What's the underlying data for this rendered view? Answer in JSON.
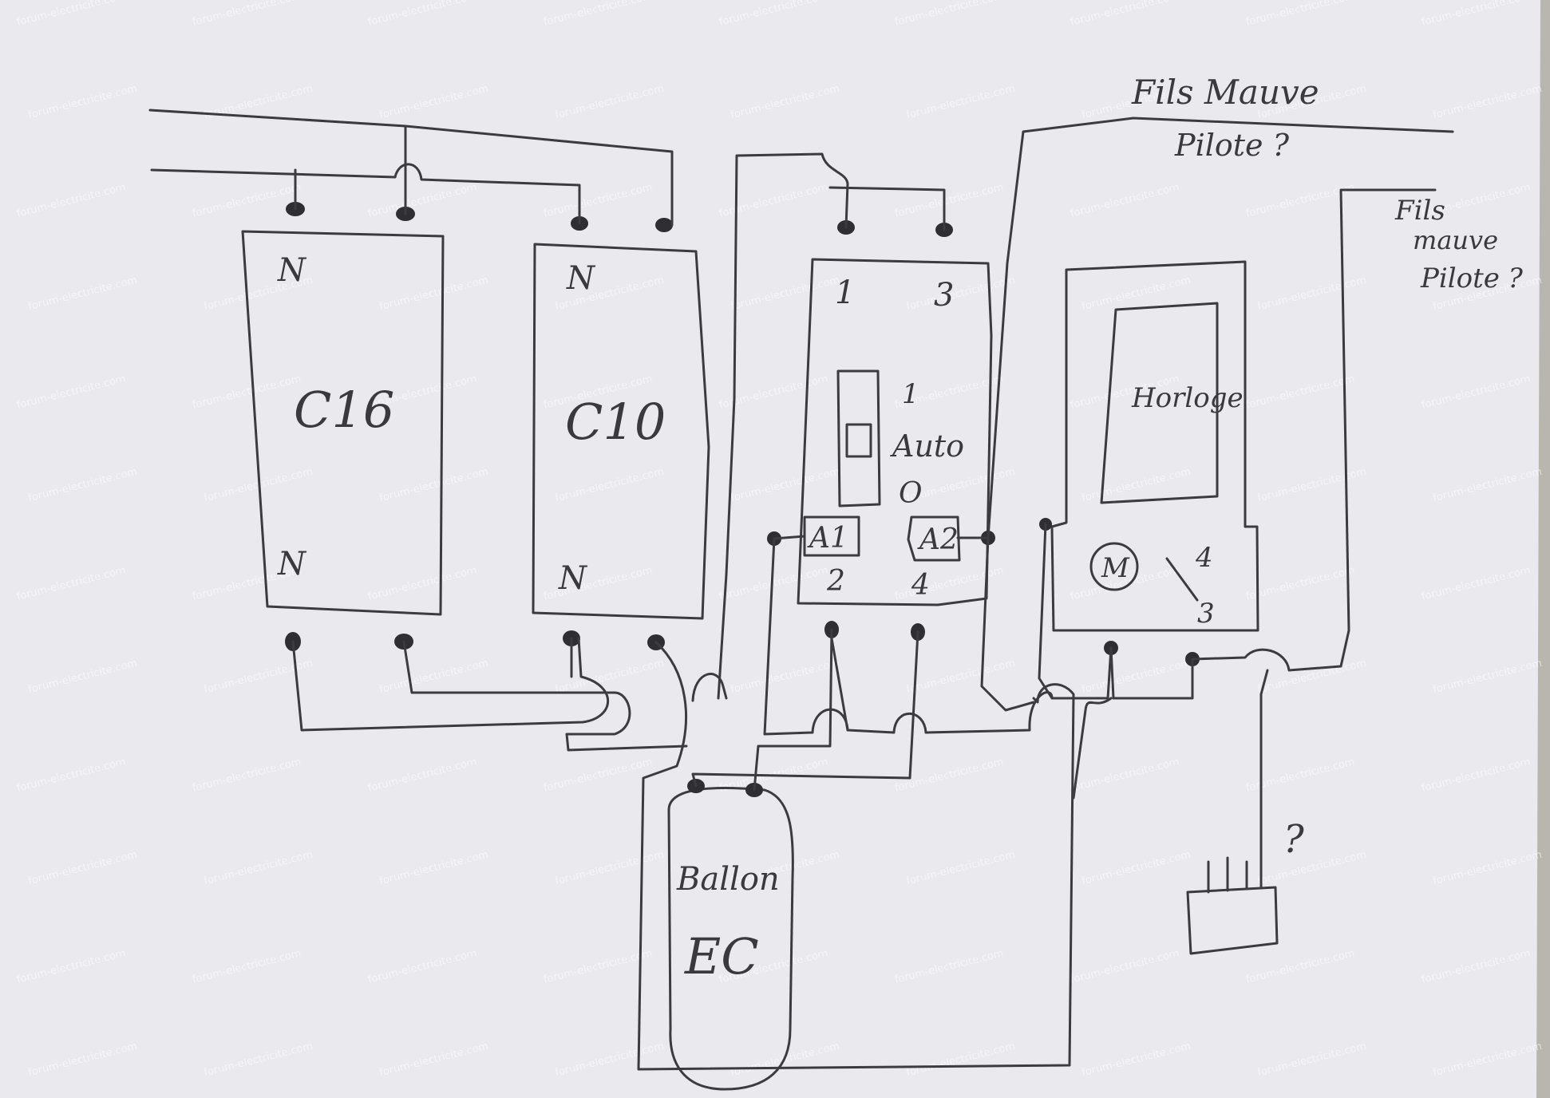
{
  "watermark": "forum-electricite.com",
  "breaker_c16": {
    "label": "C16",
    "top_terminal": "N",
    "bottom_terminal": "N"
  },
  "breaker_c10": {
    "label": "C10",
    "top_terminal": "N",
    "bottom_terminal": "N"
  },
  "contactor": {
    "terminal_1": "1",
    "terminal_3": "3",
    "mode_on": "1",
    "mode_auto": "Auto",
    "mode_off": "O",
    "coil_a1": "A1",
    "coil_a2": "A2",
    "terminal_2": "2",
    "terminal_4": "4"
  },
  "timer": {
    "label": "Horloge",
    "motor": "M",
    "contact_4": "4",
    "contact_3": "3"
  },
  "tank": {
    "line1": "Ballon",
    "line2": "EC"
  },
  "notes": {
    "top_wire_line1": "Fils Mauve",
    "top_wire_line2": "Pilote ?",
    "right_wire_line1": "Fils",
    "right_wire_line2": "mauve",
    "right_wire_line3": "Pilote ?",
    "unknown": "?"
  },
  "colors": {
    "paper": "#e9e9ee",
    "ink": "#3b3b40",
    "background": "#c9c7bd"
  }
}
